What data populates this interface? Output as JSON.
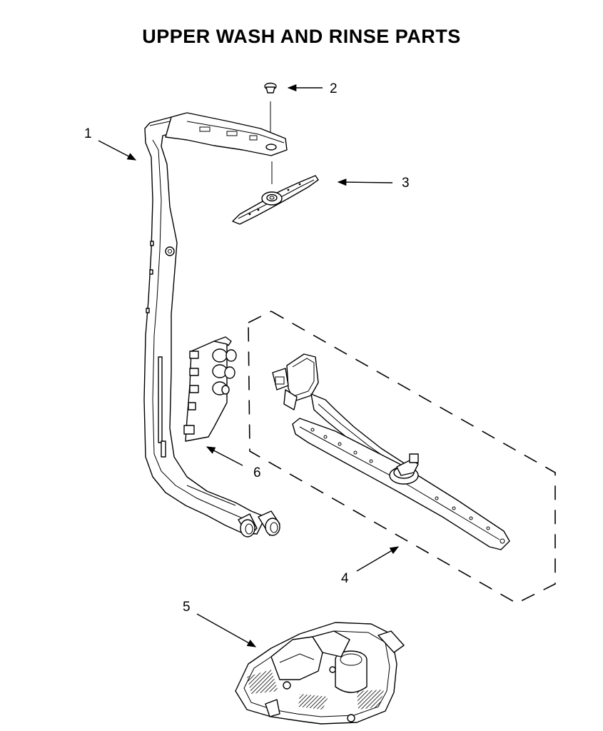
{
  "title": "UPPER WASH AND RINSE PARTS",
  "callouts": [
    {
      "id": "1",
      "label": "1"
    },
    {
      "id": "2",
      "label": "2"
    },
    {
      "id": "3",
      "label": "3"
    },
    {
      "id": "4",
      "label": "4"
    },
    {
      "id": "5",
      "label": "5"
    },
    {
      "id": "6",
      "label": "6"
    }
  ]
}
